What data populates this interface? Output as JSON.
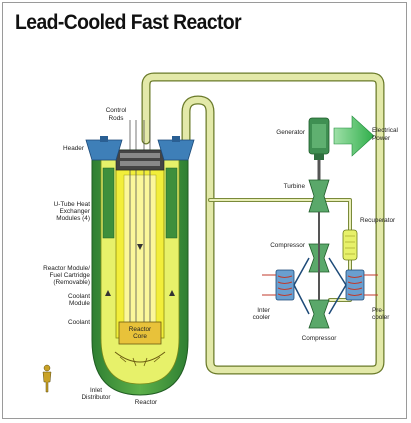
{
  "title": "Lead-Cooled Fast Reactor",
  "labels": {
    "control_rods": [
      "Control",
      "Rods"
    ],
    "header": "Header",
    "u_tube": [
      "U-Tube Heat",
      "Exchanger",
      "Modules (4)"
    ],
    "reactor_module": [
      "Reactor Module/",
      "Fuel Cartridge",
      "(Removable)"
    ],
    "coolant_module": [
      "Coolant",
      "Module"
    ],
    "coolant": "Coolant",
    "reactor_core": [
      "Reactor",
      "Core"
    ],
    "inlet_distributor": [
      "Inlet",
      "Distributor"
    ],
    "reactor": "Reactor",
    "generator": "Generator",
    "electrical_power": [
      "Electrical",
      "Power"
    ],
    "turbine": "Turbine",
    "recuperator": "Recuperator",
    "compressor_upper": "Compressor",
    "compressor_lower": "Compressor",
    "intercooler": [
      "Inter",
      "cooler"
    ],
    "precooler": [
      "Pre-",
      "cooler"
    ]
  },
  "colors": {
    "title": "#111111",
    "pipe_fill": "#e3e9a9",
    "pipe_edge": "#6a7a2a",
    "vessel_outer": "#3e8f3c",
    "vessel_inner": "#e7f16a",
    "core_yellow": "#f2ee3a",
    "header_blue": "#3e7fb8",
    "equipment_green": "#5aa86a",
    "arrow_green": "#3fbf5a",
    "coil_red": "#c0392b"
  }
}
